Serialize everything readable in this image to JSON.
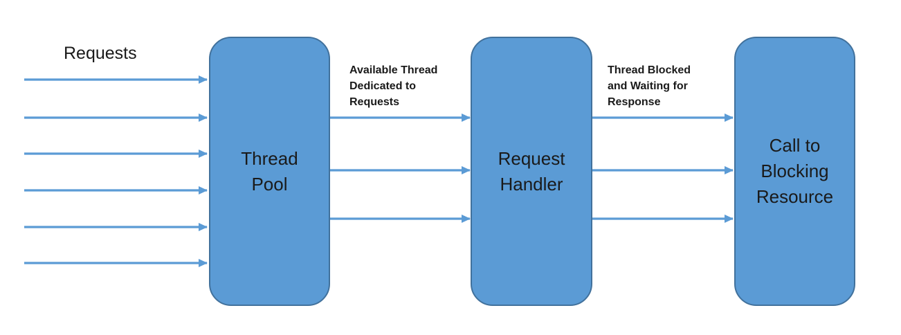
{
  "diagram": {
    "type": "flow-diagram",
    "nodes": [
      {
        "id": "thread_pool",
        "label": "Thread\nPool"
      },
      {
        "id": "request_handler",
        "label": "Request\nHandler"
      },
      {
        "id": "call_to_blocking_resource",
        "label": "Call to\nBlocking\nResource"
      }
    ],
    "labels": {
      "requests": "Requests",
      "available_thread": "Available Thread\nDedicated to\nRequests",
      "thread_blocked": "Thread Blocked\nand Waiting for\nResponse"
    },
    "edges": [
      {
        "id": "incoming_requests",
        "from": "external",
        "to": "thread_pool",
        "count": 6,
        "label_key": "requests"
      },
      {
        "id": "pool_to_handler",
        "from": "thread_pool",
        "to": "request_handler",
        "count": 3,
        "label_key": "available_thread"
      },
      {
        "id": "handler_to_resource",
        "from": "request_handler",
        "to": "call_to_blocking_resource",
        "count": 3,
        "label_key": "thread_blocked"
      }
    ],
    "colors": {
      "node_fill": "#5b9bd5",
      "node_border": "#41719c",
      "arrow": "#5b9bd5",
      "text": "#1a1a1a",
      "background": "#ffffff"
    }
  }
}
